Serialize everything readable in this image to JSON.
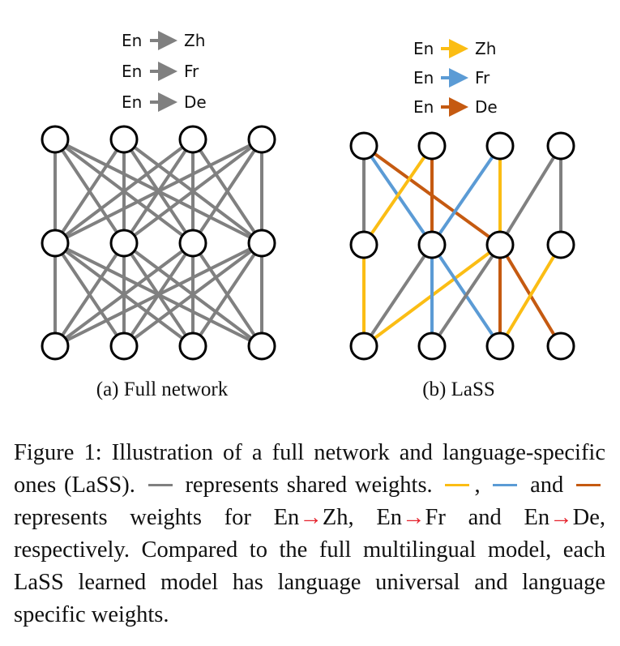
{
  "colors": {
    "shared": "#808080",
    "en_zh": "#fbbd14",
    "en_fr": "#5b9bd5",
    "en_de": "#c55a11",
    "caption_arrow": "#e5212b"
  },
  "panel_a": {
    "legend": [
      {
        "src": "En",
        "tgt": "Zh"
      },
      {
        "src": "En",
        "tgt": "Fr"
      },
      {
        "src": "En",
        "tgt": "De"
      }
    ],
    "caption": "(a)  Full network"
  },
  "panel_b": {
    "legend": [
      {
        "src": "En",
        "tgt": "Zh"
      },
      {
        "src": "En",
        "tgt": "Fr"
      },
      {
        "src": "En",
        "tgt": "De"
      }
    ],
    "caption": "(b)  LaSS"
  },
  "caption": {
    "part1": "Figure 1: Illustration of a full network and language-specific ones (LaSS).",
    "part2": "represents shared weights.",
    "part3": ",",
    "part4": "and",
    "part5": "represents weights for En",
    "arrow": "→",
    "zh": "Zh, En",
    "fr": "Fr and En",
    "part6": "De, respectively. Compared to the full multilingual model, each LaSS learned model has language universal and language specific weights."
  }
}
